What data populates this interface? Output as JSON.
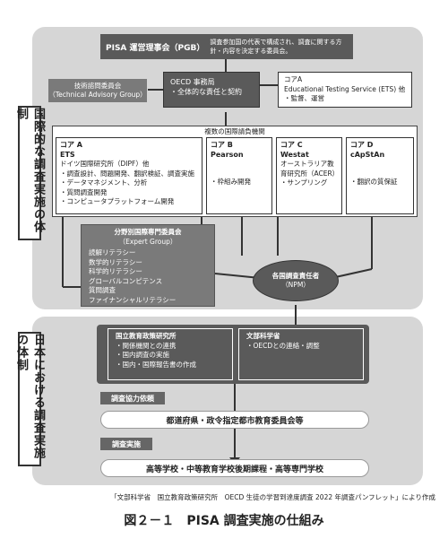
{
  "international": {
    "side_label": "国際的な調査実施の体制",
    "pgb": {
      "title": "PISA 運営理事会（PGB）",
      "desc": "調査参加国の代表で構成され、調査に関する方針・内容を決定する委員会。"
    },
    "tag": {
      "title": "技術諮問委員会",
      "subtitle": "（Technical Advisory Group）"
    },
    "oecd": {
      "title": "OECD 事務局",
      "desc": "・全体的な責任と契約"
    },
    "ets": {
      "title": "コアA",
      "line1": "Educational Testing Service (ETS) 他",
      "line2": "・監督、運営"
    },
    "contractors_label": "複数の国際請負機関",
    "core_a": {
      "title": "コア A",
      "name": "ETS",
      "org": "ドイツ国際研究所（DIPF）他",
      "items": [
        "・調査設計、問題開発、翻訳検証、調査実施",
        "・データマネジメント、分析",
        "・質問調査開発",
        "・コンピュータプラットフォーム開発"
      ]
    },
    "core_b": {
      "title": "コア B",
      "name": "Pearson",
      "items": [
        "・枠組み開発"
      ]
    },
    "core_c": {
      "title": "コア C",
      "name": "Westat",
      "org": "オーストラリア教育研究所（ACER）",
      "items": [
        "・サンプリング"
      ]
    },
    "core_d": {
      "title": "コア D",
      "name": "cApStAn",
      "items": [
        "・翻訳の質保証"
      ]
    },
    "expert": {
      "title": "分野別国際専門委員会",
      "subtitle": "（Expert Group）",
      "items": [
        "読解リテラシー",
        "数学的リテラシー",
        "科学的リテラシー",
        "グローバルコンピテンス",
        "質問調査",
        "ファイナンシャルリテラシー"
      ]
    },
    "npm": {
      "title": "各国調査責任者",
      "subtitle": "（NPM）"
    }
  },
  "japan": {
    "side_label": "日本における調査実施の体制",
    "nier": {
      "title": "国立教育政策研究所",
      "items": [
        "・関係機関との連携",
        "・国内調査の実施",
        "・国内・国際報告書の作成"
      ]
    },
    "mext": {
      "title": "文部科学省",
      "items": [
        "・OECDとの連絡・調整"
      ]
    },
    "request_tag": "調査協力依頼",
    "boards": "都道府県・政令指定都市教育委員会等",
    "implement_tag": "調査実施",
    "schools": "高等学校・中等教育学校後期課程・高等専門学校"
  },
  "source": "「文部科学省　国立教育政策研究所　OECD 生徒の学習到達度調査 2022 年調査パンフレット」により作成",
  "figure_title": "図２－１　PISA 調査実施の仕組み"
}
